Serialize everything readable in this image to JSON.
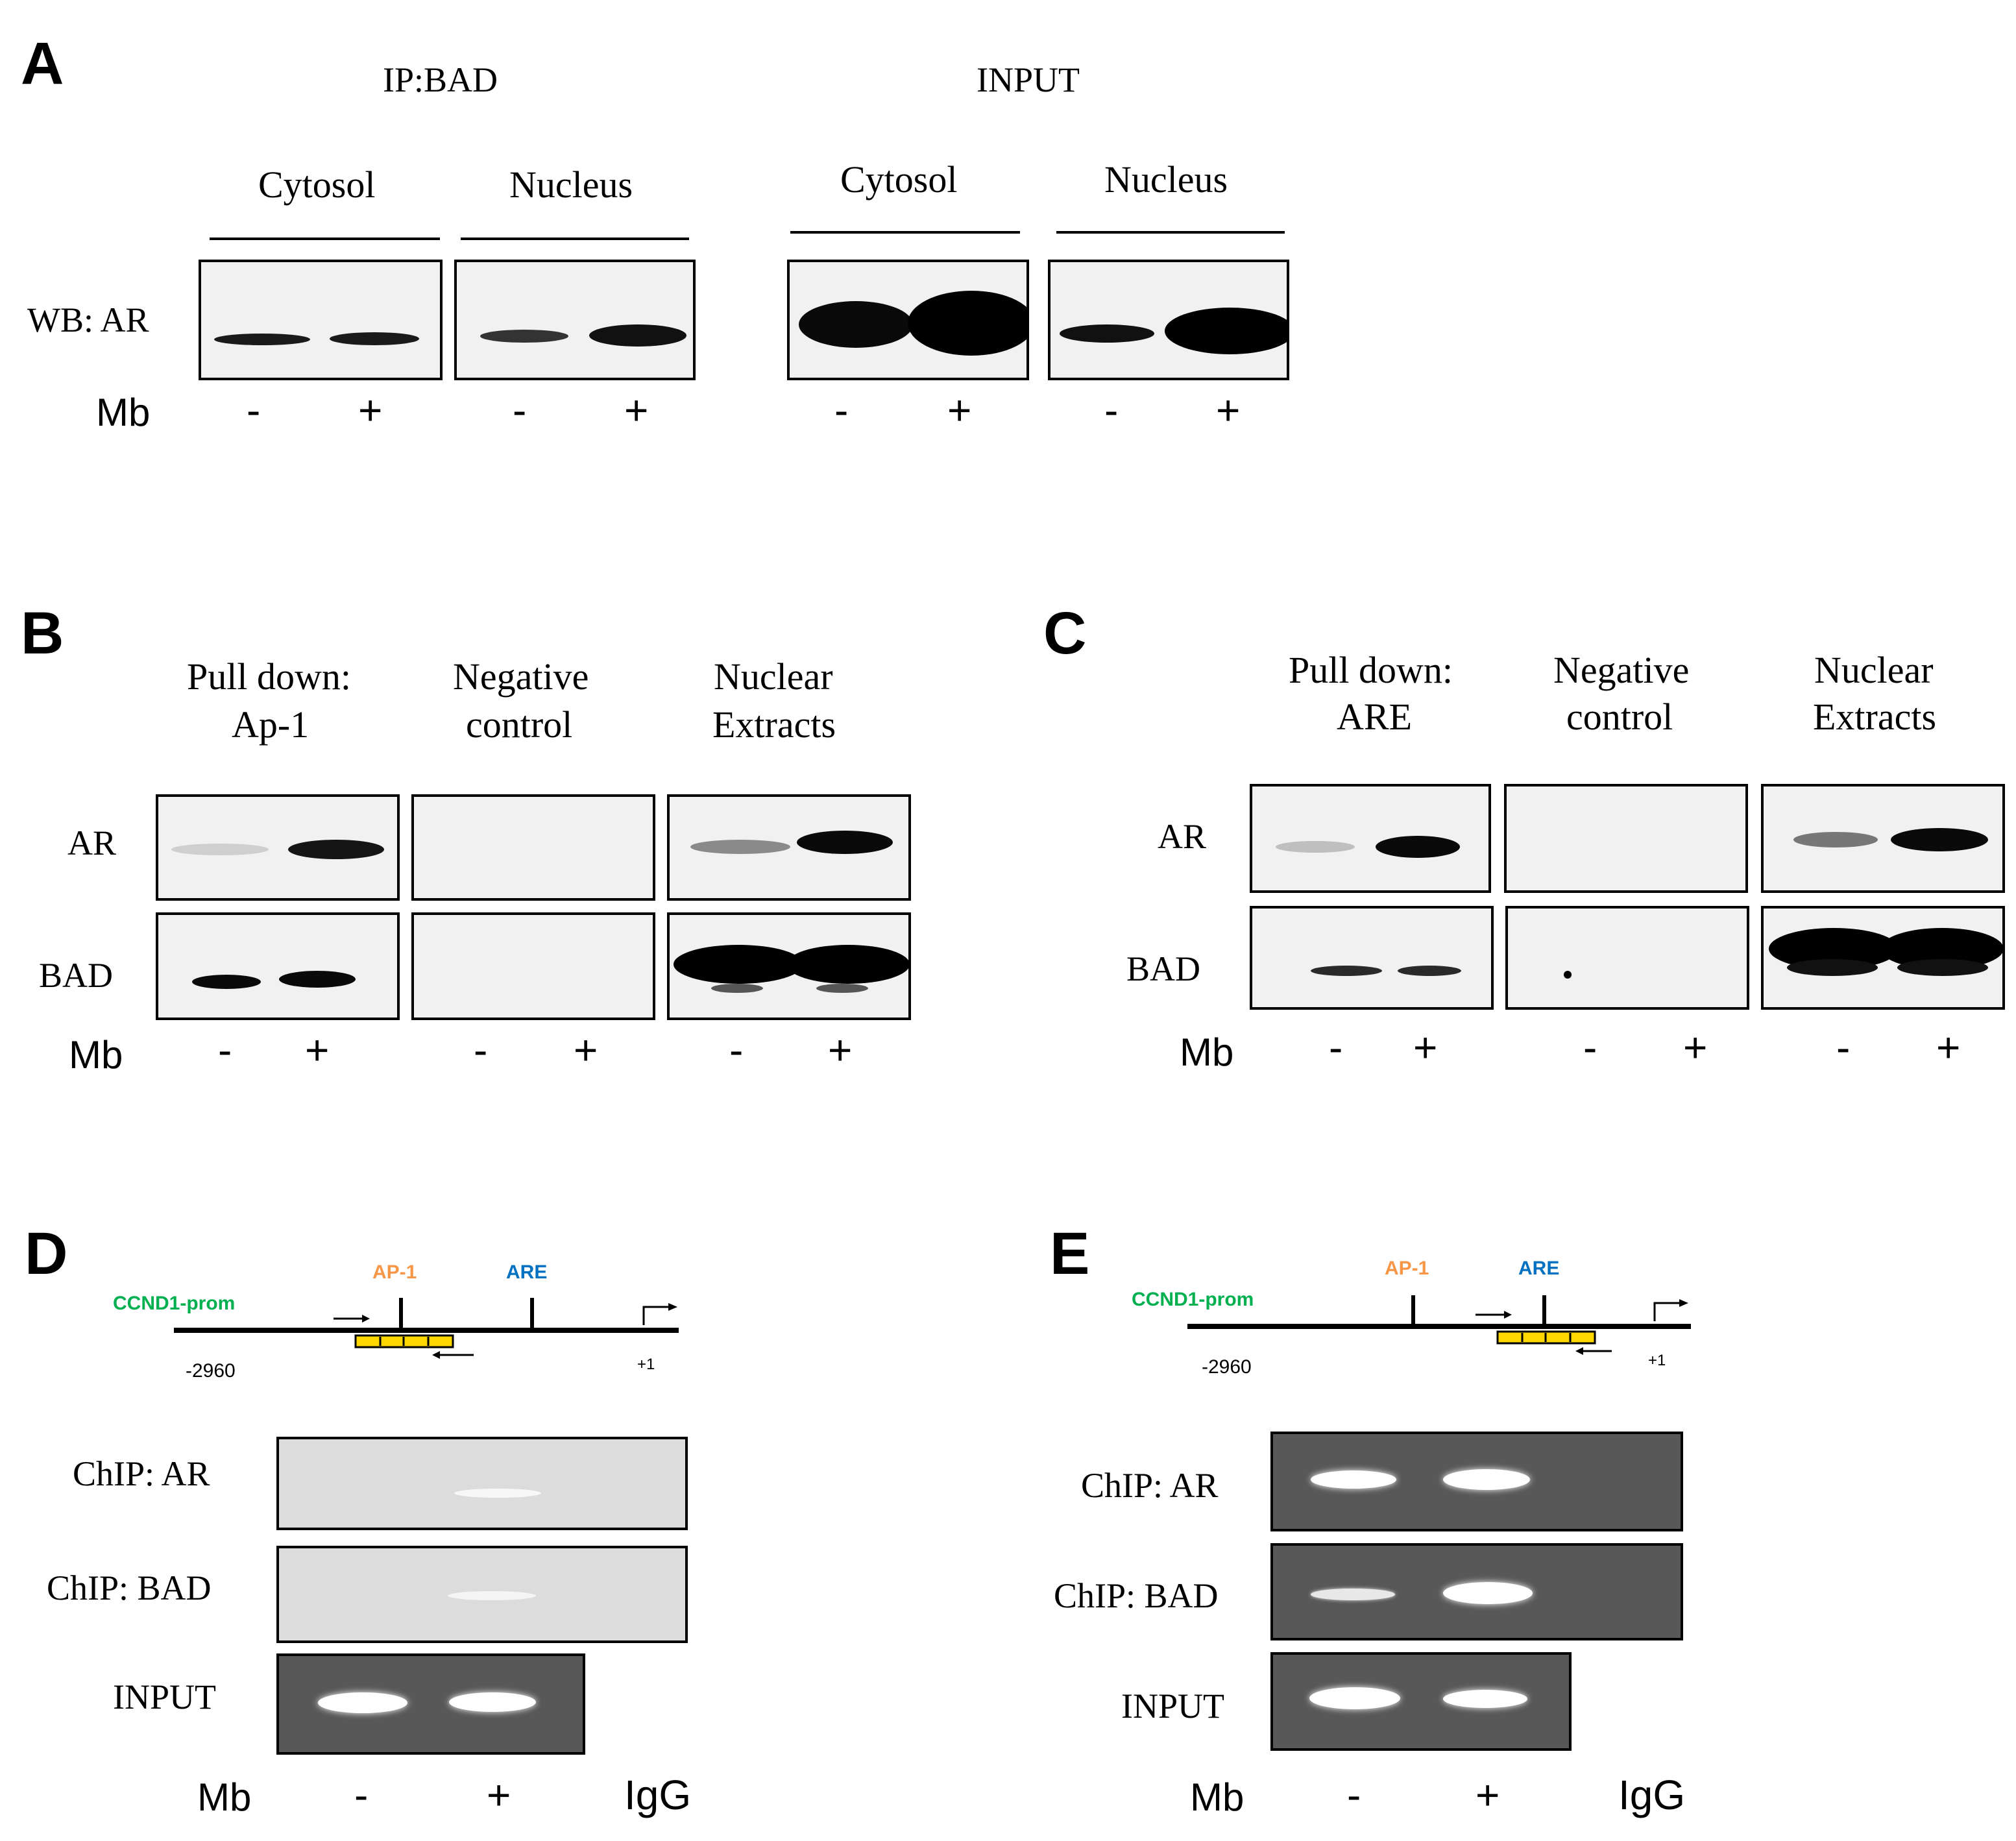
{
  "panelA": {
    "letter": "A",
    "ip_header": "IP:BAD",
    "input_header": "INPUT",
    "col_cytosol": "Cytosol",
    "col_nucleus": "Nucleus",
    "row_label": "WB: AR",
    "mb": "Mb",
    "signs": [
      "-",
      "+",
      "-",
      "+",
      "-",
      "+",
      "-",
      "+"
    ]
  },
  "panelB": {
    "letter": "B",
    "col1": [
      "Pull down:",
      "Ap-1"
    ],
    "col2": [
      "Negative",
      "control"
    ],
    "col3": [
      "Nuclear",
      "Extracts"
    ],
    "row1": "AR",
    "row2": "BAD",
    "mb": "Mb",
    "signs": [
      "-",
      "+",
      "-",
      "+",
      "-",
      "+"
    ]
  },
  "panelC": {
    "letter": "C",
    "col1": [
      "Pull down:",
      "ARE"
    ],
    "col2": [
      "Negative",
      "control"
    ],
    "col3": [
      "Nuclear",
      "Extracts"
    ],
    "row1": "AR",
    "row2": "BAD",
    "mb": "Mb",
    "signs": [
      "-",
      "+",
      "-",
      "+",
      "-",
      "+"
    ]
  },
  "panelD": {
    "letter": "D",
    "promoter": "CCND1-prom",
    "ap1": "AP-1",
    "are": "ARE",
    "start": "-2960",
    "end": "+1",
    "row1": "ChIP: AR",
    "row2": "ChIP: BAD",
    "row3": "INPUT",
    "mb": "Mb",
    "lanes": [
      "-",
      "+",
      "IgG"
    ]
  },
  "panelE": {
    "letter": "E",
    "promoter": "CCND1-prom",
    "ap1": "AP-1",
    "are": "ARE",
    "start": "-2960",
    "end": "+1",
    "row1": "ChIP: AR",
    "row2": "ChIP: BAD",
    "row3": "INPUT",
    "mb": "Mb",
    "lanes": [
      "-",
      "+",
      "IgG"
    ]
  },
  "colors": {
    "promoter_label": "#00b050",
    "ap1_label": "#f79646",
    "are_label": "#0070c0",
    "primer_box": "#ffd700"
  }
}
